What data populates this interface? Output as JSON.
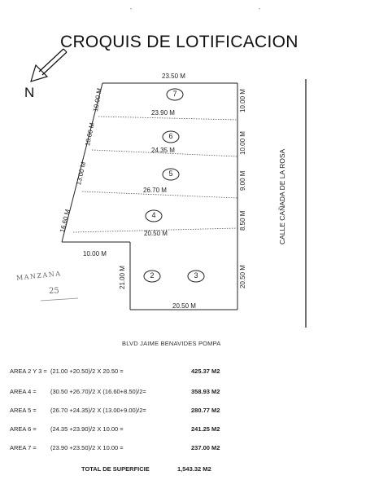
{
  "header": {
    "title": "CROQUIS DE LOTIFICACION",
    "north": "N",
    "top_marks": [
      "-",
      "-"
    ]
  },
  "plan": {
    "streets": {
      "right": "CALLE CAÑADA DE LA ROSA",
      "bottom": "BLVD JAIME BENAVIDES POMPA"
    },
    "block": {
      "label": "MANZANA",
      "number": "25"
    },
    "lots": [
      {
        "id": "7",
        "label": "7"
      },
      {
        "id": "6",
        "label": "6"
      },
      {
        "id": "5",
        "label": "5"
      },
      {
        "id": "4",
        "label": "4"
      },
      {
        "id": "2",
        "label": "2"
      },
      {
        "id": "3",
        "label": "3"
      }
    ],
    "dimensions": {
      "top": "23.50 M",
      "line_7_6": "23.90 M",
      "line_6_5": "24.35 M",
      "line_5_4": "26.70 M",
      "line_4_3": "20.50 M",
      "step": "10.00 M",
      "bottom": "20.50 M",
      "left_7": "10.00 M",
      "left_6": "10.00 M",
      "left_5": "13.00 M",
      "left_4": "16.60 M",
      "left_23": "21.00 M",
      "right_7": "10.00 M",
      "right_6": "10.00 M",
      "right_5": "9.00 M",
      "right_4": "8.50 M",
      "right_23": "20.50 M"
    }
  },
  "areas": [
    {
      "name": "AREA 2 Y 3 =",
      "formula": "(21.00 +20.50)/2  X  20.50 =",
      "result": "425.37  M2"
    },
    {
      "name": "AREA 4 =",
      "formula": "(30.50 +26.70)/2  X  (16.60+8.50)/2=",
      "result": "358.93  M2"
    },
    {
      "name": "AREA 5 =",
      "formula": "(26.70 +24.35)/2  X  (13.00+9.00)/2=",
      "result": "280.77  M2"
    },
    {
      "name": "AREA 6 =",
      "formula": "(24.35 +23.90)/2  X  10.00 =",
      "result": "241.25  M2"
    },
    {
      "name": "AREA 7 =",
      "formula": "(23.90 +23.50)/2  X  10.00 =",
      "result": "237.00  M2"
    }
  ],
  "total": {
    "label": "TOTAL DE SUPERFICIE",
    "value": "1,543.32  M2"
  }
}
